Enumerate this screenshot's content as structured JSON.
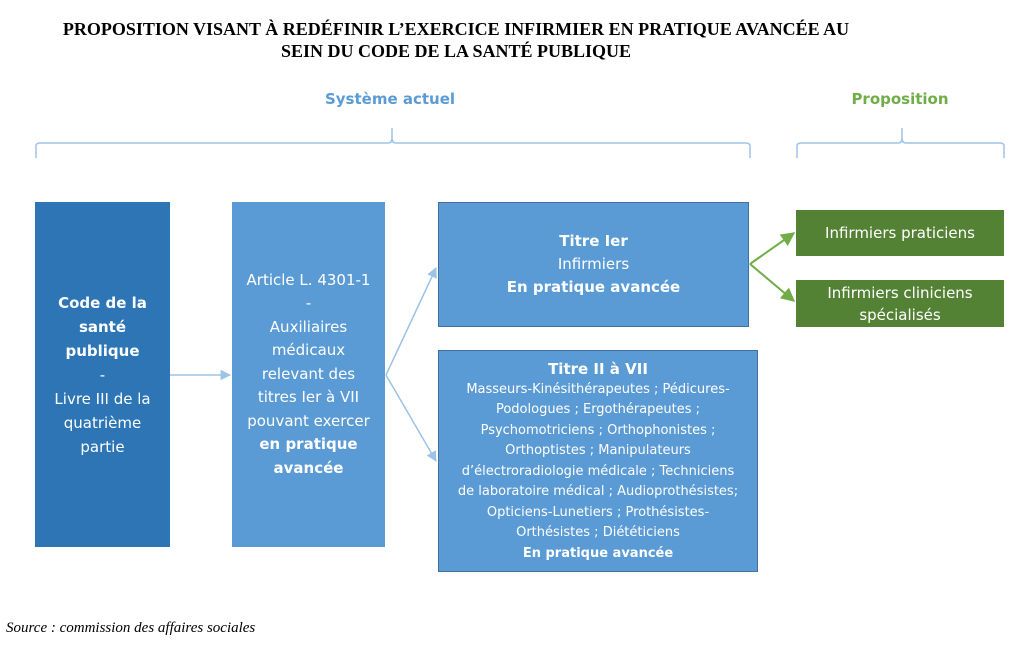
{
  "title": {
    "line1": "PROPOSITION VISANT À REDÉFINIR L’EXERCICE INFIRMIER EN PRATIQUE AVANCÉE AU",
    "line2": "SEIN DU CODE DE LA SANTÉ PUBLIQUE"
  },
  "labels": {
    "actuel": "Système actuel",
    "proposition": "Proposition"
  },
  "boxes": {
    "code": {
      "line1": "Code de la",
      "line2": "santé",
      "line3": "publique",
      "dash": "-",
      "line4": "Livre III de la",
      "line5": "quatrième",
      "line6": "partie"
    },
    "article": {
      "line1": "Article L. 4301-1",
      "dash": "-",
      "line2": "Auxiliaires",
      "line3": "médicaux",
      "line4": "relevant des",
      "line5": "titres Ier à VII",
      "line6": "pouvant exercer",
      "line7": "en pratique",
      "line8": "avancée"
    },
    "titre1": {
      "heading": "Titre Ier",
      "line1": "Infirmiers",
      "line2": "En pratique avancée"
    },
    "titre2": {
      "heading": "Titre II à VII",
      "line1": "Masseurs-Kinésithérapeutes ; Pédicures-",
      "line2": "Podologues ; Ergothérapeutes ;",
      "line3": "Psychomotriciens ; Orthophonistes ;",
      "line4": "Orthoptistes ; Manipulateurs",
      "line5": "d’électroradiologie médicale ; Techniciens",
      "line6": "de laboratoire médical ; Audioprothésistes;",
      "line7": "Opticiens-Lunetiers ; Prothésistes-",
      "line8": "Orthésistes ; Diététiciens",
      "footer": "En pratique avancée"
    },
    "ip": {
      "label": "Infirmiers praticiens"
    },
    "ics": {
      "line1": "Infirmiers cliniciens",
      "line2": "spécialisés"
    }
  },
  "source": "Source : commission des affaires sociales",
  "colors": {
    "dark_blue": "#2e75b6",
    "mid_blue": "#5b9bd5",
    "green": "#548235",
    "green_label": "#70ad47",
    "brace": "#9dc3e6",
    "arrow_blue": "#9dc3e6",
    "arrow_green": "#70ad47"
  }
}
